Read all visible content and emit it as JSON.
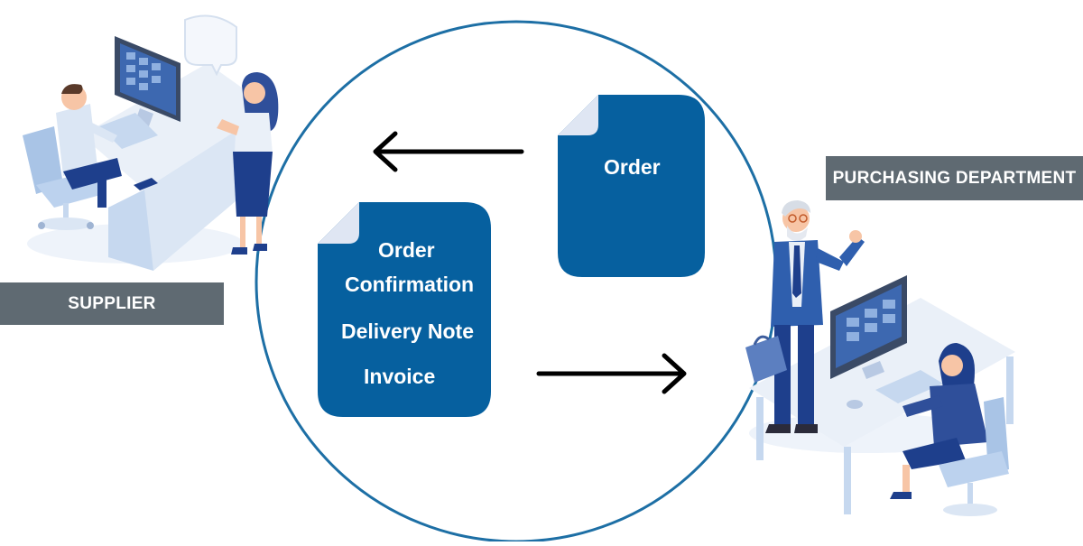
{
  "labels": {
    "supplier": "SUPPLIER",
    "purchasing_department": "PURCHASING DEPARTMENT"
  },
  "documents": {
    "order": [
      "Order"
    ],
    "return_docs": [
      "Order",
      "Confirmation",
      "Delivery Note",
      "Invoice"
    ]
  },
  "colors": {
    "circle": "#1d6fa5",
    "document": "#06609f",
    "document_fold": "#dfe6f3",
    "label_bg": "#5f6a72",
    "arrow": "#000000",
    "navy": "#1e3f8c",
    "light_blue": "#c6d8ef",
    "pale_blue": "#eaf0f8",
    "skin": "#f7c5a6"
  },
  "flow": {
    "order_direction": "purchasing-to-supplier",
    "return_direction": "supplier-to-purchasing"
  }
}
